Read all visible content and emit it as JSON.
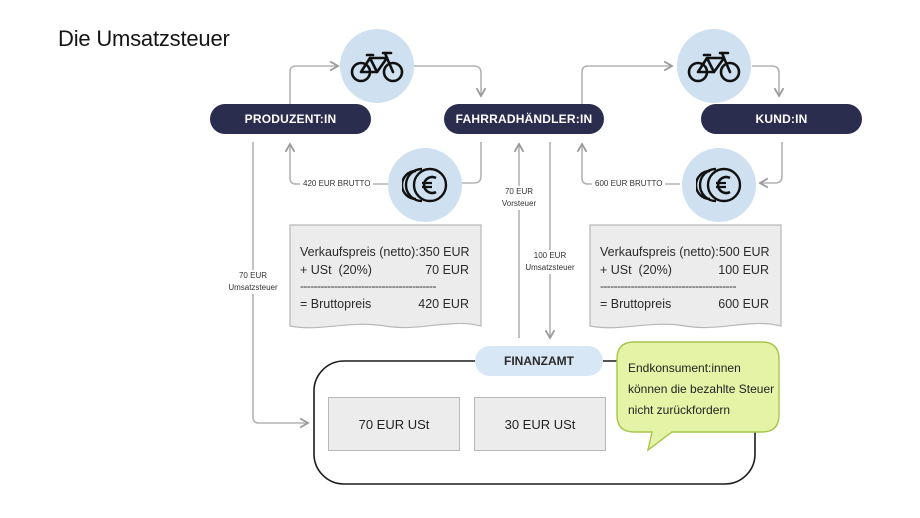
{
  "title": "Die Umsatzsteuer",
  "nodes": {
    "produzent": "PRODUZENT:IN",
    "haendler": "FAHRRADHÄNDLER:IN",
    "kunde": "KUND:IN",
    "finanzamt": "FINANZAMT"
  },
  "flows": {
    "brutto_left": "420 EUR BRUTTO",
    "brutto_right": "600 EUR BRUTTO",
    "vorsteuer_amount": "70 EUR",
    "vorsteuer_label": "Vorsteuer",
    "ust_haendler_amount": "100 EUR",
    "ust_haendler_label": "Umsatzsteuer",
    "ust_produzent_amount": "70 EUR",
    "ust_produzent_label": "Umsatzsteuer"
  },
  "receipts": [
    {
      "net_label": "Verkaufspreis (netto):",
      "net_value": "350 EUR",
      "tax_label": "+ USt  (20%)",
      "tax_value": "70 EUR",
      "divider": "----------------------------------------",
      "gross_label": "= Bruttopreis",
      "gross_value": "420 EUR"
    },
    {
      "net_label": "Verkaufspreis (netto):",
      "net_value": "500 EUR",
      "tax_label": "+ USt  (20%)",
      "tax_value": "100 EUR",
      "divider": "----------------------------------------",
      "gross_label": "= Bruttopreis",
      "gross_value": "600 EUR"
    }
  ],
  "tax_office_boxes": [
    "70 EUR USt",
    "30 EUR USt"
  ],
  "note": "Endkonsument:innen können die bezahlte Steuer nicht zurückfordern",
  "icons": [
    "bicycle-icon",
    "euro-coins-icon"
  ],
  "colors": {
    "pill_dark": "#2b2d4f",
    "circle_blue": "#cfe0f0",
    "finanzamt_blue": "#d7e7f5",
    "bubble_green": "#e4f3a6",
    "bubble_border": "#a6c64a",
    "receipt_fill": "#ececec"
  }
}
